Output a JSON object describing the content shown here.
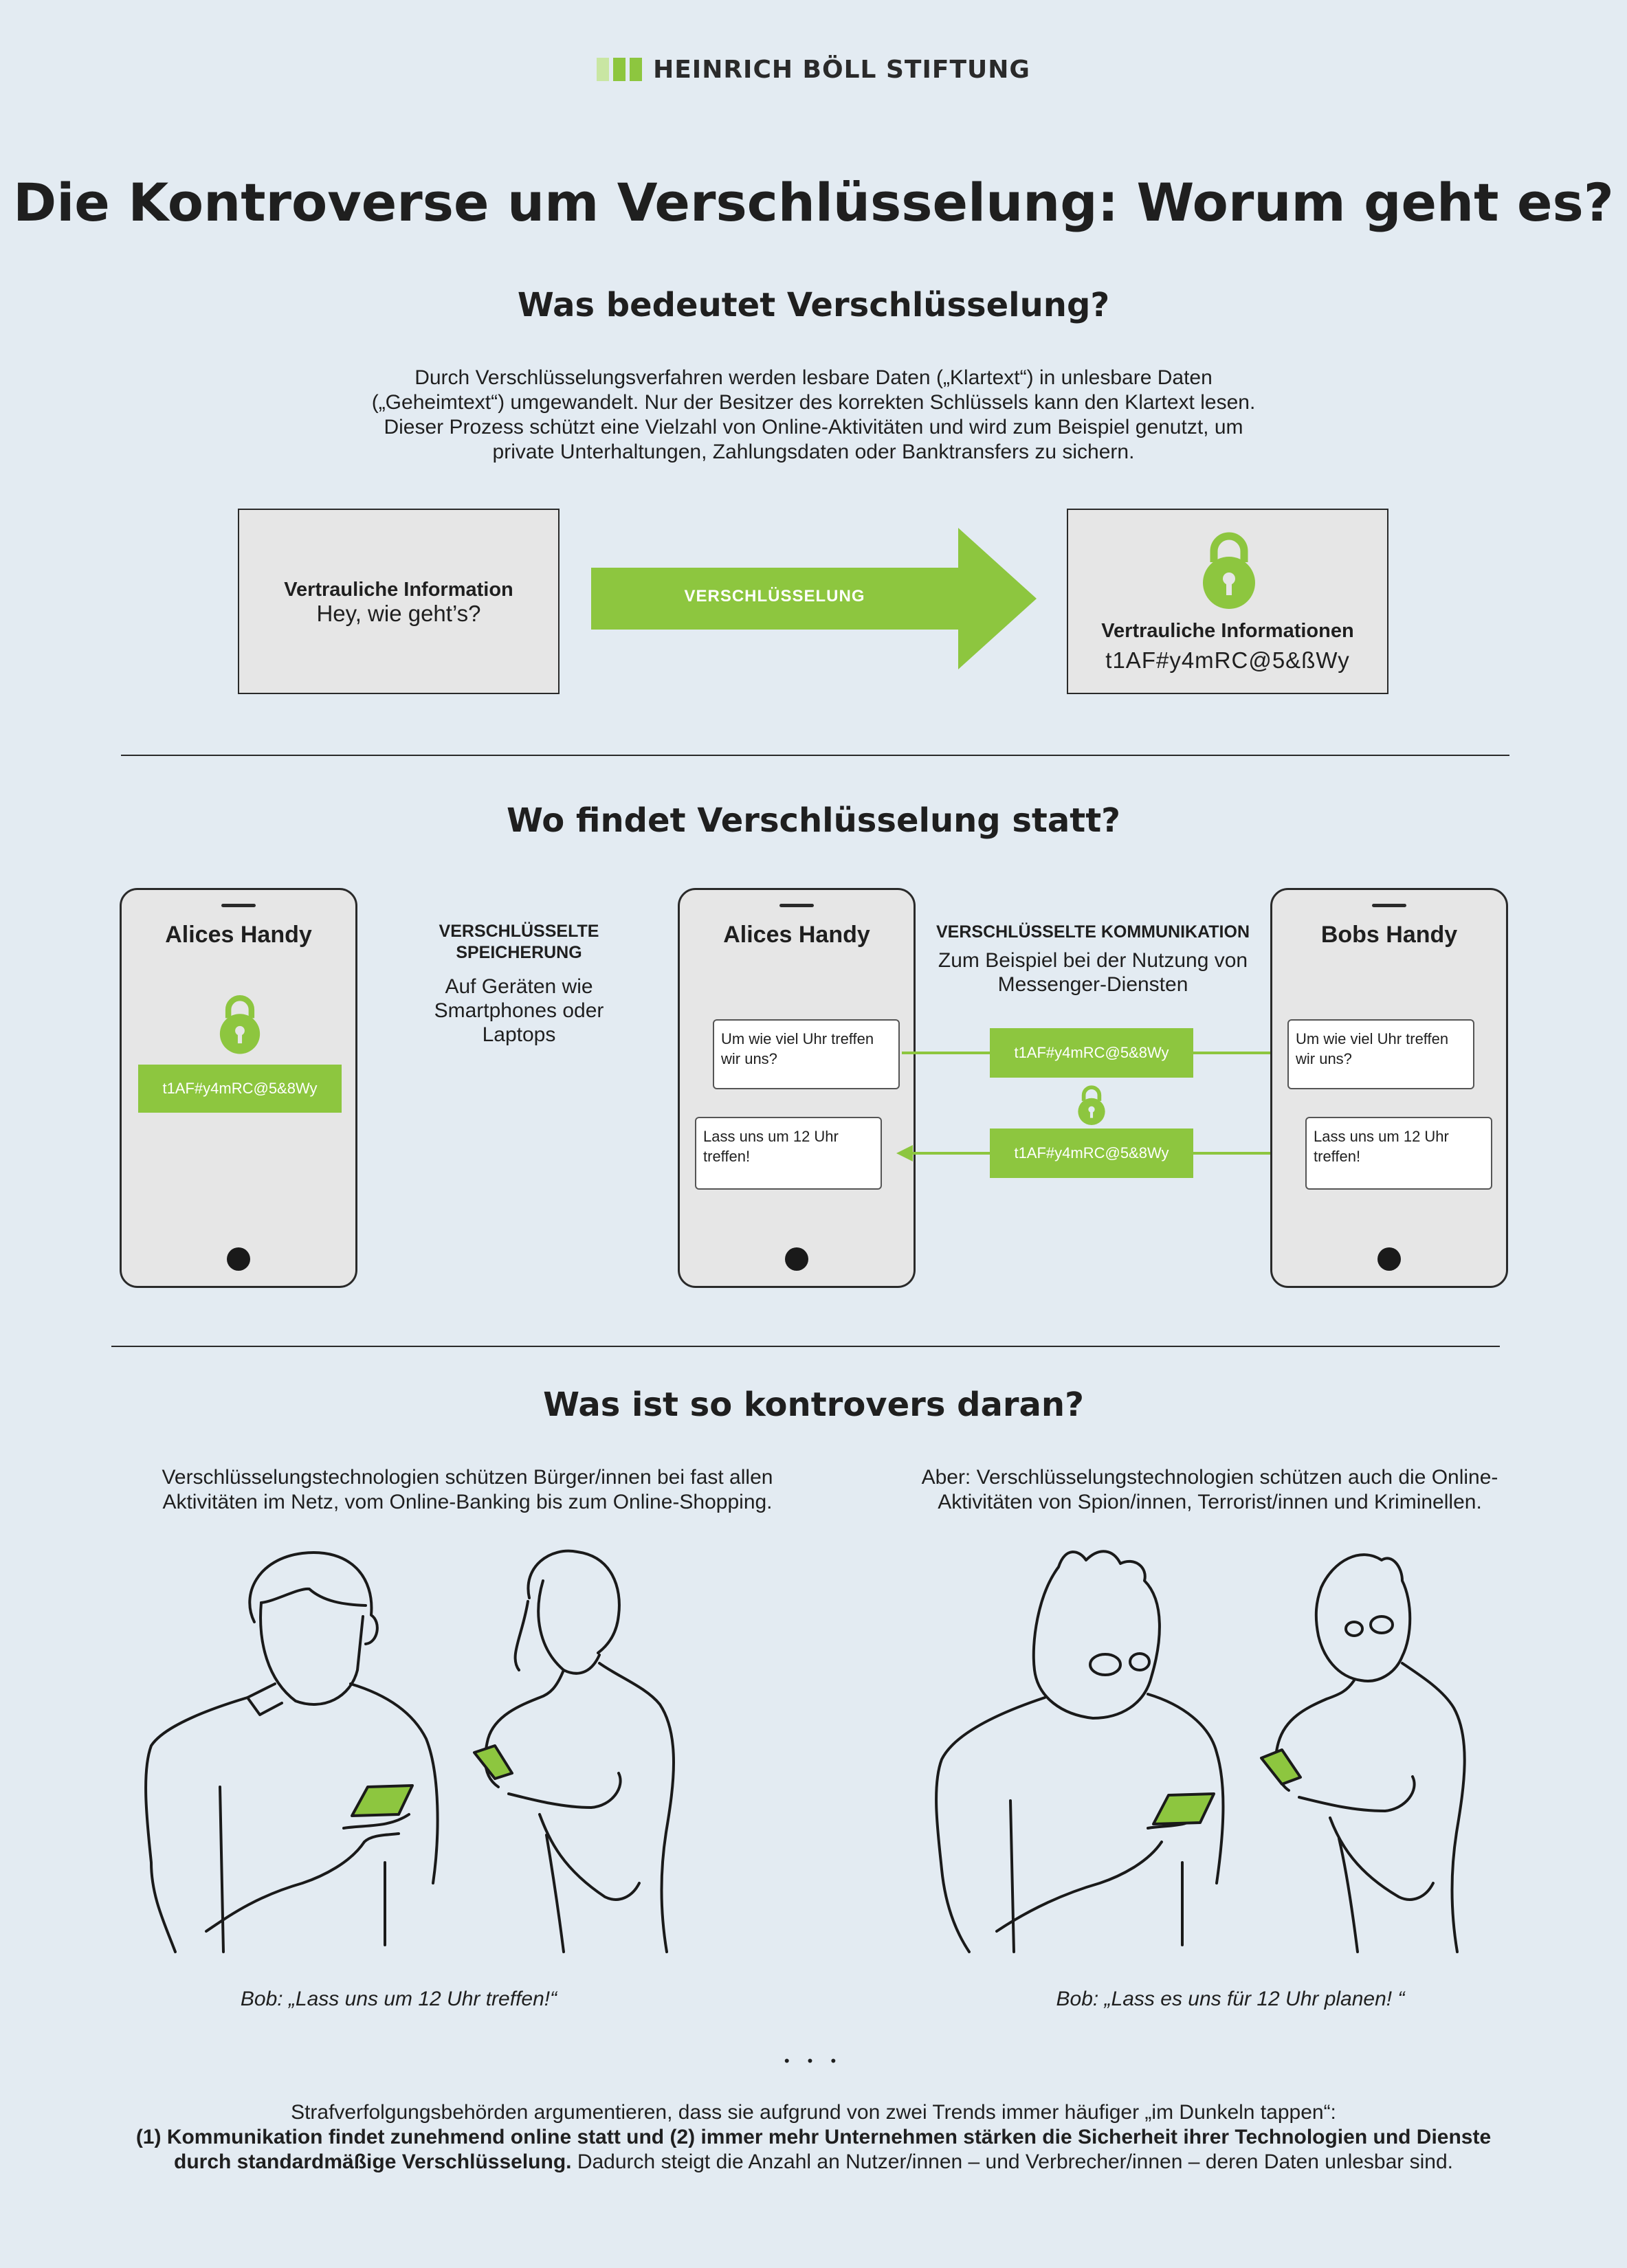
{
  "header": {
    "logo_text": "HEINRICH BÖLL STIFTUNG",
    "logo_colors": [
      "#c9e6a3",
      "#8dc63f",
      "#8dc63f"
    ]
  },
  "title": "Die Kontroverse um Verschlüsselung: Worum geht es?",
  "section1": {
    "heading": "Was bedeutet Verschlüsselung?",
    "intro_lines": [
      "Durch Verschlüsselungsverfahren werden lesbare Daten („Klartext“) in unlesbare Daten",
      "(„Geheimtext“) umgewandelt. Nur der Besitzer des korrekten Schlüssels kann den Klartext lesen.",
      "Dieser Prozess schützt eine Vielzahl von Online-Aktivitäten und wird zum Beispiel genutzt, um",
      "private Unterhaltungen, Zahlungsdaten oder Banktransfers zu sichern."
    ],
    "plain_box": {
      "label": "Vertrauliche Information",
      "text": "Hey, wie geht’s?"
    },
    "arrow_label": "VERSCHLÜSSELUNG",
    "cipher_box": {
      "label": "Vertrauliche Informationen",
      "text": "t1AF#y4mRC@5&ßWy",
      "icon": "lock-icon"
    }
  },
  "section2": {
    "heading": "Wo findet Verschlüsselung statt?",
    "phone1": {
      "name": "Alices Handy",
      "cipher": "t1AF#y4mRC@5&8Wy"
    },
    "storage": {
      "title_lines": [
        "VERSCHLÜSSELTE",
        "SPEICHERUNG"
      ],
      "desc_lines": [
        "Auf Geräten wie",
        "Smartphones oder",
        "Laptops"
      ]
    },
    "phone2": {
      "name": "Alices Handy",
      "msg1": "Um wie viel Uhr treffen wir uns?",
      "msg2": "Lass uns um 12 Uhr treffen!"
    },
    "comm": {
      "title": "VERSCHLÜSSELTE KOMMUNIKATION",
      "desc_lines": [
        "Zum Beispiel bei der Nutzung von",
        "Messenger-Diensten"
      ],
      "cipher1": "t1AF#y4mRC@5&8Wy",
      "cipher2": "t1AF#y4mRC@5&8Wy"
    },
    "phone3": {
      "name": "Bobs Handy",
      "msg1": "Um wie viel Uhr treffen wir uns?",
      "msg2": "Lass uns um 12 Uhr treffen!"
    }
  },
  "section3": {
    "heading": "Was ist so kontrovers daran?",
    "left_lines": [
      "Verschlüsselungstechnologien schützen Bürger/innen bei fast allen",
      "Aktivitäten im Netz, vom Online-Banking bis zum Online-Shopping."
    ],
    "right_lines": [
      "Aber: Verschlüsselungstechnologien schützen auch die Online-",
      "Aktivitäten von Spion/innen, Terrorist/innen und Kriminellen."
    ],
    "left_caption": "Bob: „Lass uns um 12 Uhr treffen!“",
    "right_caption": "Bob: „Lass es uns für 12 Uhr planen! “",
    "ellipsis": "• • •"
  },
  "footer": {
    "line1": "Strafverfolgungsbehörden argumentieren, dass sie aufgrund von zwei Trends immer häufiger „im Dunkeln tappen“:",
    "line2": "(1) Kommunikation findet zunehmend online statt und (2) immer mehr Unternehmen stärken die Sicherheit ihrer Technologien und Dienste",
    "line3_bold": "durch standardmäßige Verschlüsselung.",
    "line3_rest": " Dadurch steigt die Anzahl an Nutzer/innen – und Verbrecher/innen – deren Daten unlesbar sind."
  },
  "colors": {
    "background": "#e3ebf2",
    "accent": "#8dc63f",
    "box": "#e6e6e6",
    "ink": "#1f1f1f"
  }
}
